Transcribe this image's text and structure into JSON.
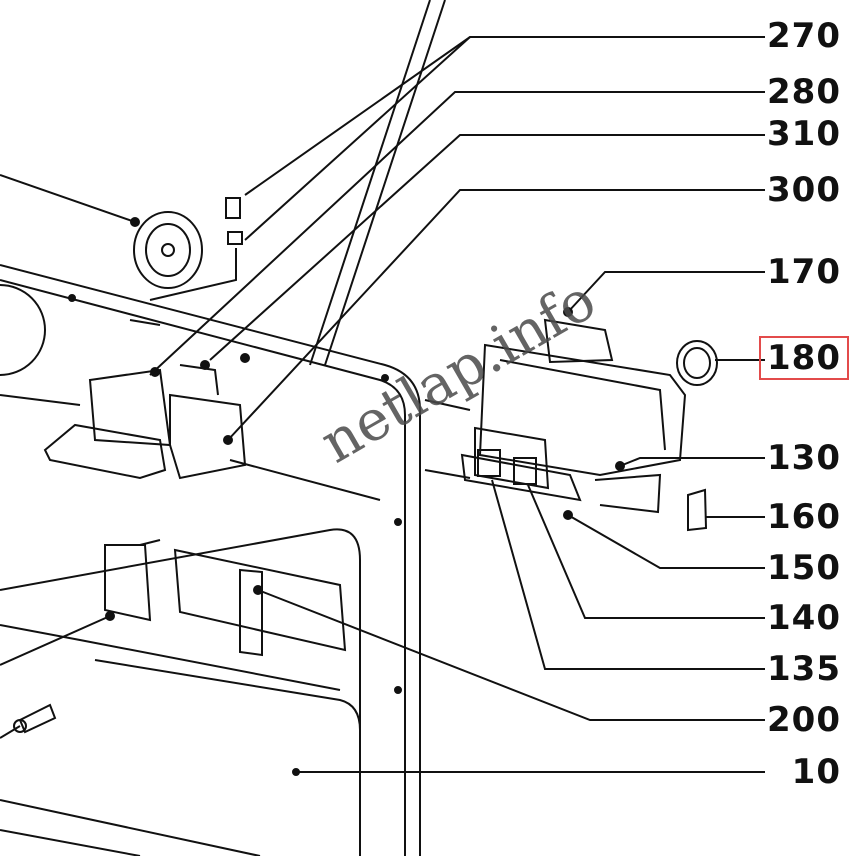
{
  "watermark": "netlap.info",
  "highlight_color": "#e34b4b",
  "callouts": [
    {
      "id": "270",
      "label": "270",
      "highlight": false
    },
    {
      "id": "280",
      "label": "280",
      "highlight": false
    },
    {
      "id": "310",
      "label": "310",
      "highlight": false
    },
    {
      "id": "300",
      "label": "300",
      "highlight": false
    },
    {
      "id": "170",
      "label": "170",
      "highlight": false
    },
    {
      "id": "180",
      "label": "180",
      "highlight": true
    },
    {
      "id": "130",
      "label": "130",
      "highlight": false
    },
    {
      "id": "160",
      "label": "160",
      "highlight": false
    },
    {
      "id": "150",
      "label": "150",
      "highlight": false
    },
    {
      "id": "140",
      "label": "140",
      "highlight": false
    },
    {
      "id": "135",
      "label": "135",
      "highlight": false
    },
    {
      "id": "200",
      "label": "200",
      "highlight": false
    },
    {
      "id": "10",
      "label": "10",
      "highlight": false
    }
  ]
}
